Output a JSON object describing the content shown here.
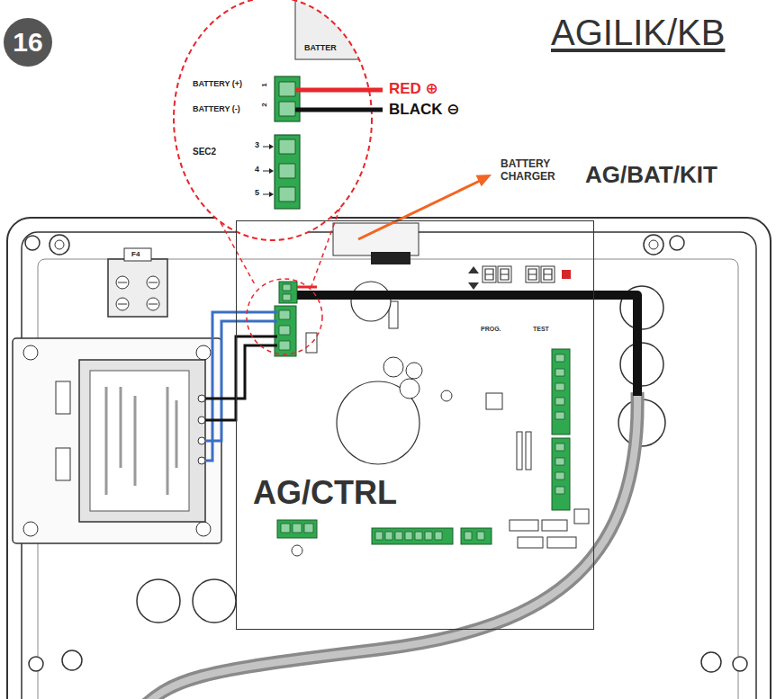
{
  "diagram": {
    "title": "AGILIK/KB",
    "nodes": [
      {
        "text": [
          "16"
        ]
      },
      {
        "text": [
          "AG/CTRL"
        ]
      }
    ],
    "labels": [
      "BATTER",
      "BATTERY (+)",
      "BATTERY (-)",
      "1",
      "2",
      "SEC2",
      "3",
      "4",
      "5",
      "RED ⊕",
      "BLACK ⊖",
      "BATTERY CHARGER",
      "AG/BAT/KIT",
      "F4",
      "PROG.",
      "TEST"
    ]
  }
}
